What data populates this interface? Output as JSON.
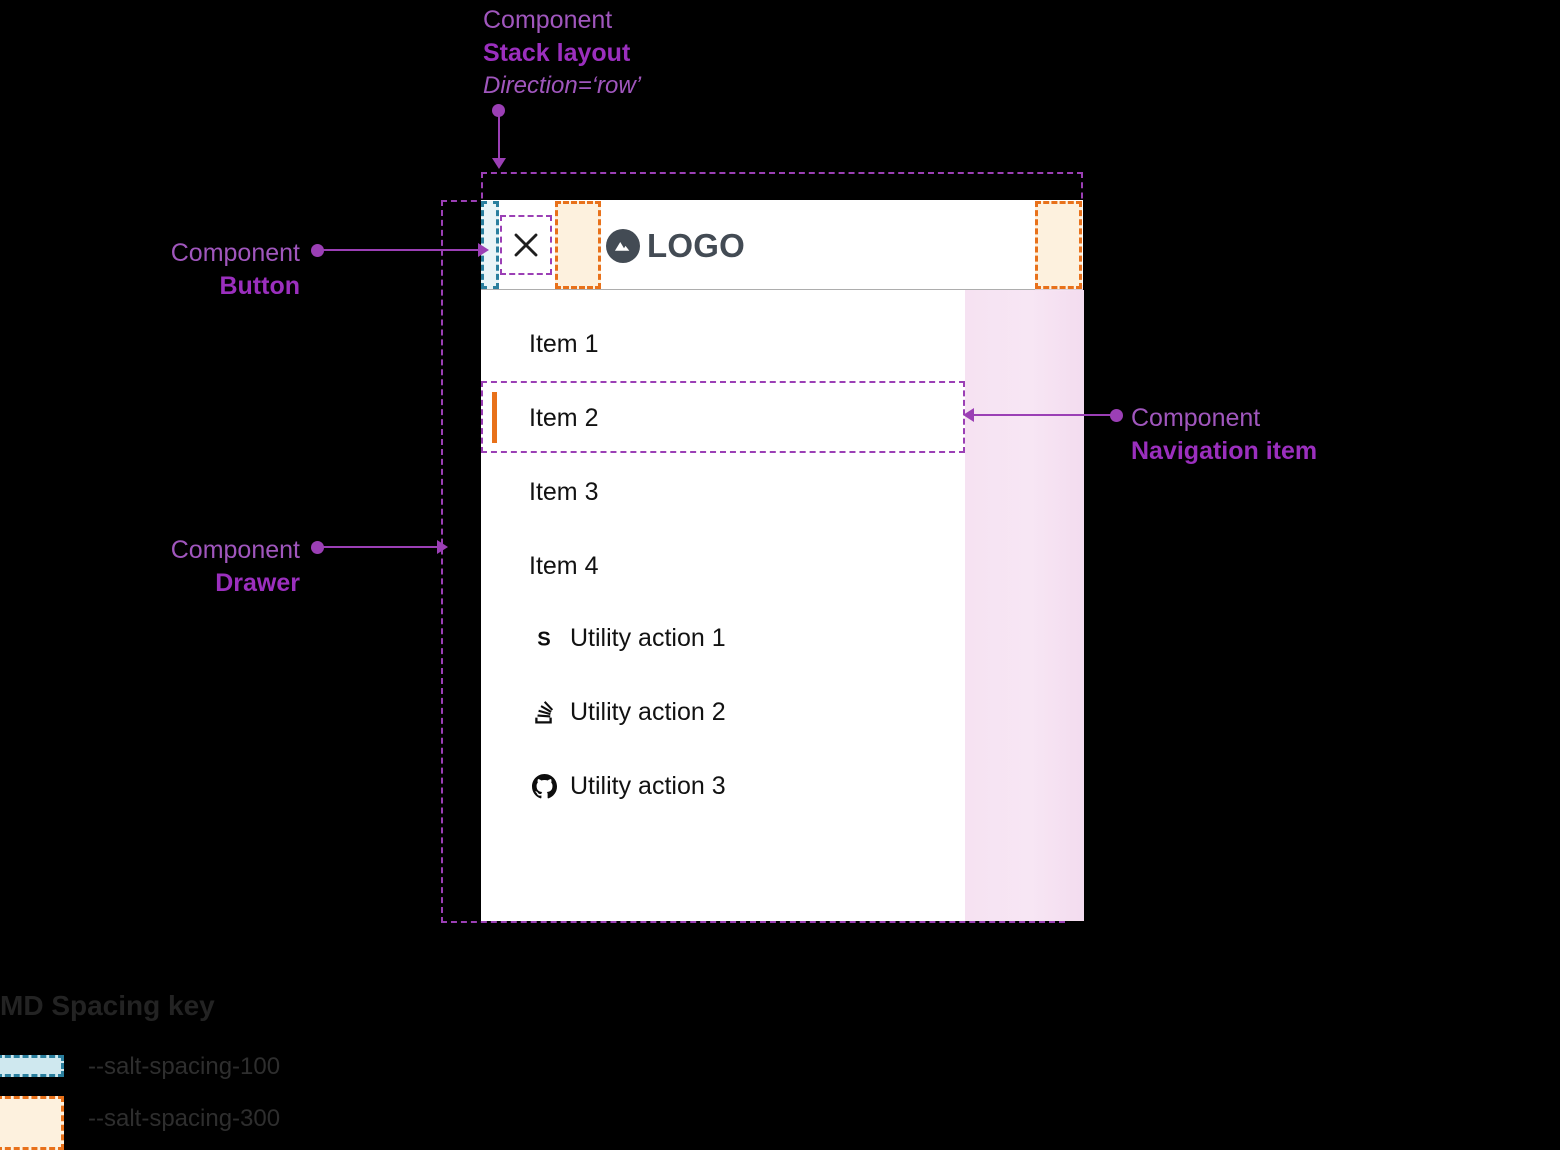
{
  "annotations": {
    "stack_layout": {
      "lead": "Component",
      "name": "Stack layout",
      "sub": "Direction=‘row’"
    },
    "button": {
      "lead": "Component",
      "name": "Button"
    },
    "drawer": {
      "lead": "Component",
      "name": "Drawer"
    },
    "navigation_item": {
      "lead": "Component",
      "name": "Navigation item"
    }
  },
  "drawer": {
    "header": {
      "close_button_icon": "close-icon",
      "logo_icon": "mountain-logo-icon",
      "logo_text": "LOGO"
    },
    "nav_items": [
      {
        "label": "Item 1",
        "active": false
      },
      {
        "label": "Item 2",
        "active": true
      },
      {
        "label": "Item 3",
        "active": false
      },
      {
        "label": "Item 4",
        "active": false
      }
    ],
    "utility_actions": [
      {
        "label": "Utility action 1",
        "icon": "storybook-icon"
      },
      {
        "label": "Utility action 2",
        "icon": "stackoverflow-icon"
      },
      {
        "label": "Utility action 3",
        "icon": "github-icon"
      }
    ]
  },
  "spacing_key": {
    "title": "MD Spacing key",
    "entries": [
      {
        "token": "--salt-spacing-100",
        "fill": "#cfe8ef",
        "stroke": "#2a7f9e"
      },
      {
        "token": "--salt-spacing-300",
        "fill": "#fdf1de",
        "stroke": "#e8711a"
      }
    ]
  },
  "colors": {
    "background": "#000000",
    "annotation_lead": "#a056bd",
    "annotation_name": "#9b2fbe",
    "connector": "#9b3fb5",
    "panel": "#ffffff",
    "active_indicator": "#e8711a",
    "logo": "#434b54",
    "overlay_pink": "#f4dff1"
  }
}
